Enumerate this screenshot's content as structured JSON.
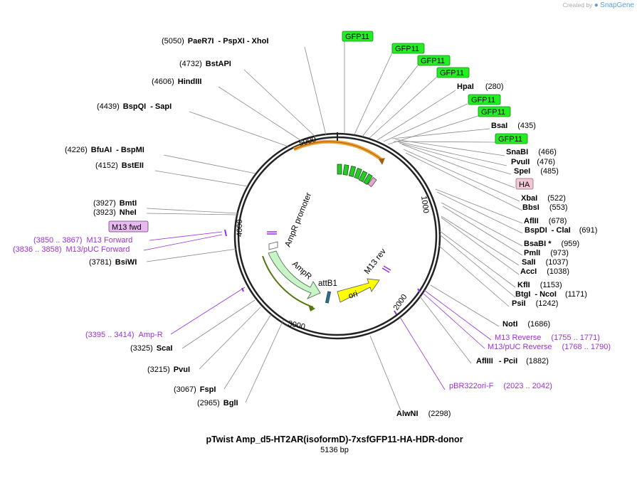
{
  "brand": {
    "created_by": "Created by",
    "name": "SnapGene"
  },
  "plasmid": {
    "name": "pTwist Amp_d5-HT2AR(isoformD)-7xsfGFP11-HA-HDR-donor",
    "size": "5136 bp"
  },
  "scale_ticks": [
    "1000",
    "2000",
    "3000",
    "4000",
    "5000"
  ],
  "sites_left": [
    {
      "pos": "(5050)",
      "name": "PaeR7I",
      "extra": "-  PspXI   -  XhoI"
    },
    {
      "pos": "(4732)",
      "name": "BstAPI",
      "extra": ""
    },
    {
      "pos": "(4606)",
      "name": "HindIII",
      "extra": ""
    },
    {
      "pos": "(4439)",
      "name": "BspQI",
      "extra": "-  SapI"
    },
    {
      "pos": "(4226)",
      "name": "BfuAI",
      "extra": "-  BspMI"
    },
    {
      "pos": "(4152)",
      "name": "BstEII",
      "extra": ""
    },
    {
      "pos": "(3927)",
      "name": "BmtI",
      "extra": ""
    },
    {
      "pos": "(3923)",
      "name": "NheI",
      "extra": ""
    },
    {
      "pos": "(3781)",
      "name": "BsiWI",
      "extra": ""
    },
    {
      "pos": "(3325)",
      "name": "ScaI",
      "extra": ""
    },
    {
      "pos": "(3215)",
      "name": "PvuI",
      "extra": ""
    },
    {
      "pos": "(3067)",
      "name": "FspI",
      "extra": ""
    },
    {
      "pos": "(2965)",
      "name": "BglI",
      "extra": ""
    }
  ],
  "sites_right": [
    {
      "name": "HpaI",
      "extra": "",
      "pos": "(280)"
    },
    {
      "name": "BsaI",
      "extra": "",
      "pos": "(435)"
    },
    {
      "name": "SnaBI",
      "extra": "",
      "pos": "(466)"
    },
    {
      "name": "PvuII",
      "extra": "",
      "pos": "(476)"
    },
    {
      "name": "SpeI",
      "extra": "",
      "pos": "(485)"
    },
    {
      "name": "XbaI",
      "extra": "",
      "pos": "(522)"
    },
    {
      "name": "BbsI",
      "extra": "",
      "pos": "(553)"
    },
    {
      "name": "AflII",
      "extra": "",
      "pos": "(678)"
    },
    {
      "name": "BspDI",
      "extra": "-  ClaI",
      "pos": "(691)"
    },
    {
      "name": "BsaBI *",
      "extra": "",
      "pos": "(959)"
    },
    {
      "name": "PmlI",
      "extra": "",
      "pos": "(973)"
    },
    {
      "name": "SalI",
      "extra": "",
      "pos": "(1037)"
    },
    {
      "name": "AccI",
      "extra": "",
      "pos": "(1038)"
    },
    {
      "name": "KflI",
      "extra": "",
      "pos": "(1153)"
    },
    {
      "name": "BtgI",
      "extra": "-  NcoI",
      "pos": "(1171)"
    },
    {
      "name": "PsiI",
      "extra": "",
      "pos": "(1242)"
    },
    {
      "name": "NotI",
      "extra": "",
      "pos": "(1686)"
    },
    {
      "name": "AflIII",
      "extra": "-  PciI",
      "pos": "(1882)"
    },
    {
      "name": "AlwNI",
      "extra": "",
      "pos": "(2298)"
    }
  ],
  "features_purple": [
    {
      "range": "(3850 .. 3867)",
      "name": "M13 Forward"
    },
    {
      "range": "(3836 .. 3858)",
      "name": "M13/pUC Forward"
    },
    {
      "range": "(3395 .. 3414)",
      "name": "Amp-R"
    },
    {
      "name": "M13 Reverse",
      "range": "(1755 .. 1771)"
    },
    {
      "name": "M13/pUC Reverse",
      "range": "(1768 .. 1790)"
    },
    {
      "name": "pBR322ori-F",
      "range": "(2023 .. 2042)"
    }
  ],
  "boxed_labels": {
    "gfp11": [
      "GFP11",
      "GFP11",
      "GFP11",
      "GFP11",
      "GFP11",
      "GFP11",
      "GFP11"
    ],
    "ha": "HA",
    "m13fwd": "M13 fwd"
  },
  "inner_features": {
    "ampr_promoter": "AmpR promoter",
    "ampr": "AmpR",
    "attb1": "attB1",
    "ori": "ori",
    "m13_rev": "M13 rev"
  },
  "colors": {
    "gfp_box": "#22ee22",
    "ha_box": "#f0c8d4",
    "m13fwd_box": "#e8b8f0",
    "feature_purple": "#9b30d9",
    "ori_yellow": "#ffff00",
    "ampr_green": "#c8f5c8",
    "orange_arc": "#f0a030"
  }
}
